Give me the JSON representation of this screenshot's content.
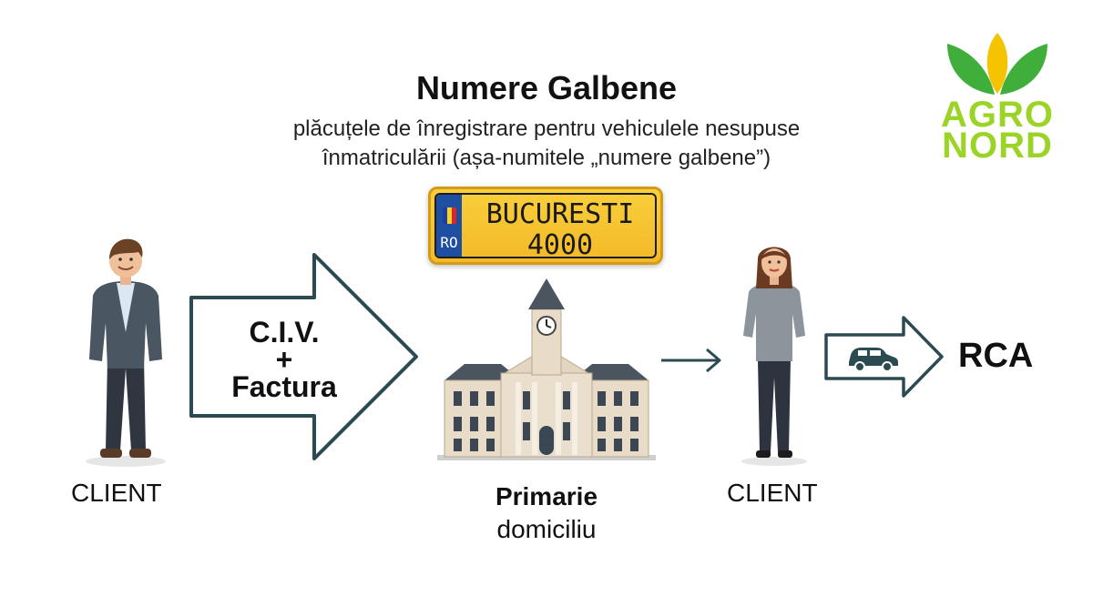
{
  "title": "Numere Galbene",
  "subtitle_line1": "plăcuțele de înregistrare pentru vehiculele nesupuse",
  "subtitle_line2": "înmatriculării (așa-numitele „numere galbene”)",
  "logo": {
    "line1": "AGRO",
    "line2": "NORD",
    "color": "#9bd327"
  },
  "plate": {
    "country": "RO",
    "line1": "BUCURESTI",
    "line2": "4000",
    "color": "#f6c531"
  },
  "left_person": {
    "label": "CLIENT"
  },
  "big_arrow": {
    "line1": "C.I.V.",
    "line2": "+",
    "line3": "Factura"
  },
  "building": {
    "label_bold": "Primarie",
    "label": "domiciliu"
  },
  "right_person": {
    "label": "CLIENT"
  },
  "result": {
    "label": "RCA",
    "icon": "car-icon"
  },
  "colors": {
    "arrow_stroke": "#2c4a52"
  }
}
